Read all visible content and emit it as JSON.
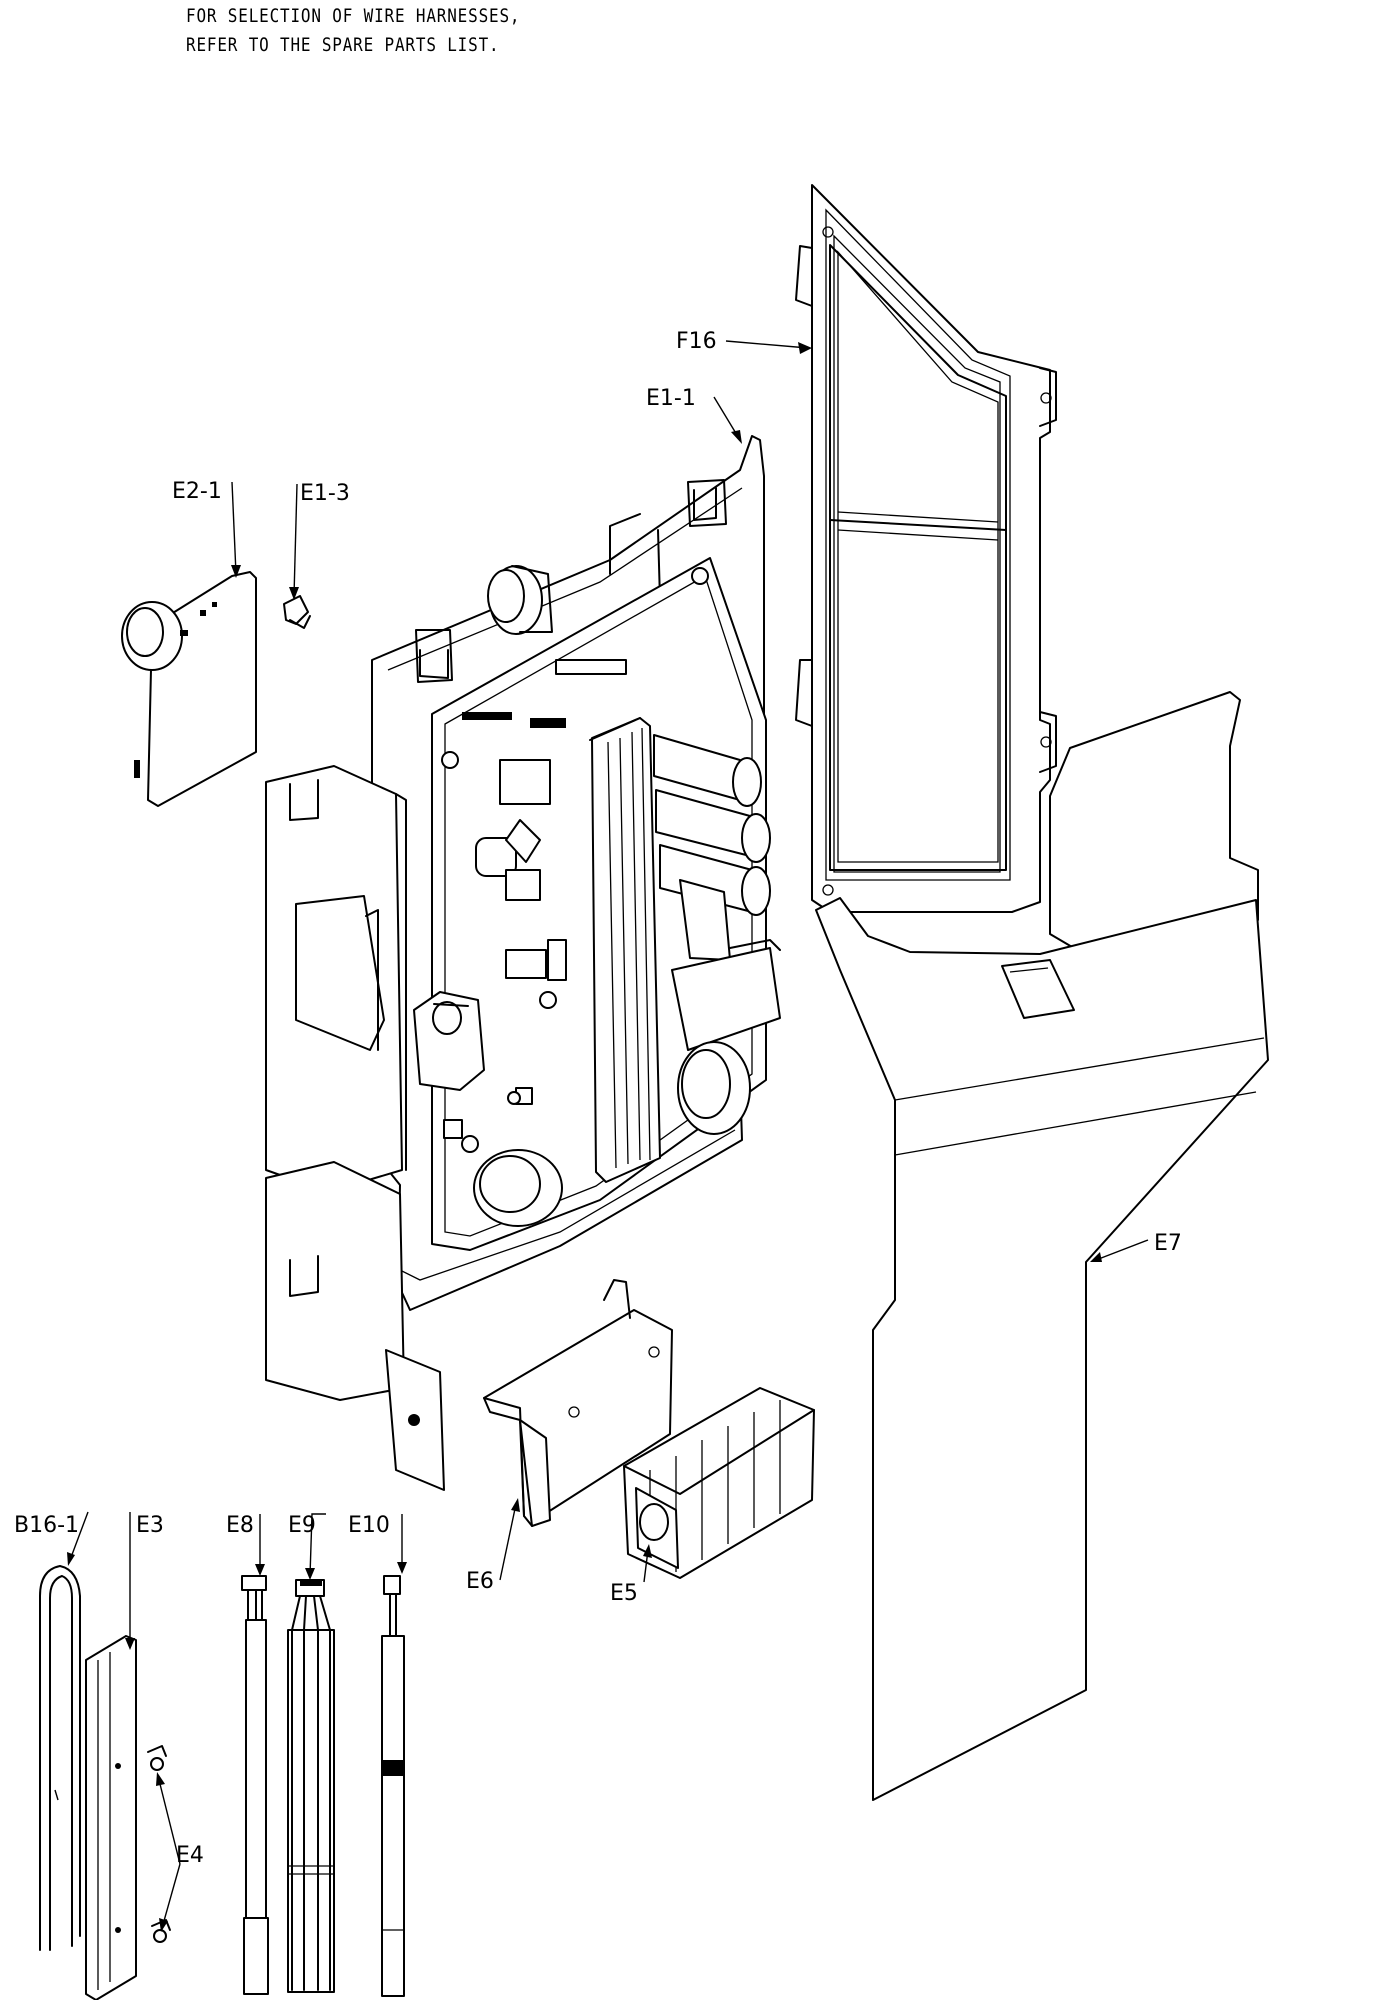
{
  "note": {
    "line1": "FOR SELECTION OF WIRE HARNESSES,",
    "line2": "REFER TO THE SPARE PARTS LIST."
  },
  "labels": {
    "f16": "F16",
    "e1_1": "E1-1",
    "e2_1": "E2-1",
    "e1_3": "E1-3",
    "e7": "E7",
    "e6": "E6",
    "e5": "E5",
    "b16_1": "B16-1",
    "e3": "E3",
    "e8": "E8",
    "e9": "E9",
    "e10": "E10",
    "e4": "E4"
  }
}
